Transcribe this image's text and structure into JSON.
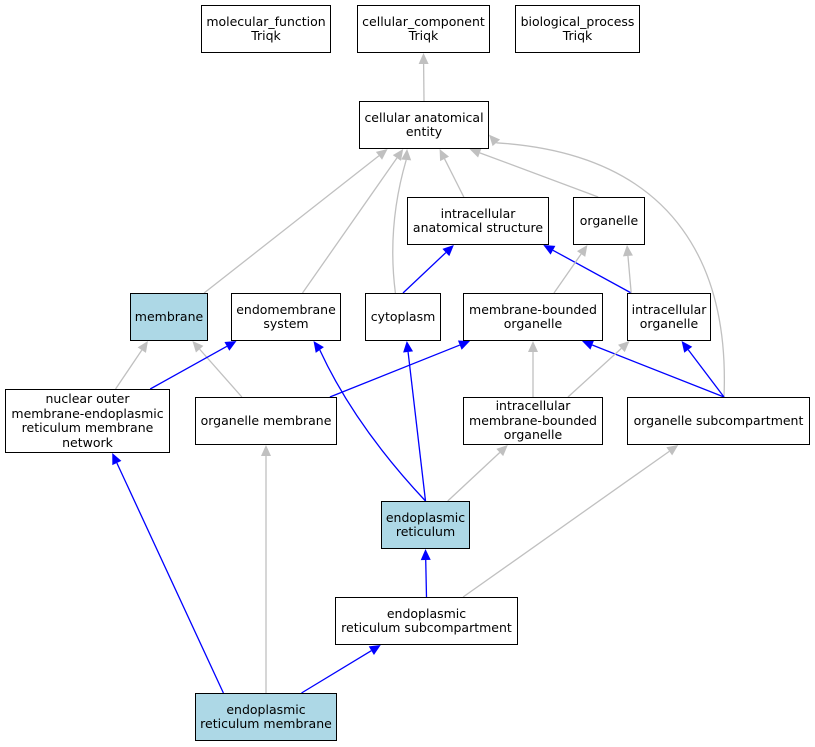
{
  "colors": {
    "highlight": "#add8e6",
    "part_of_edge": "#0000ff",
    "is_a_edge": "#c0c0c0",
    "border": "#000000"
  },
  "nodes": {
    "molecular_function": {
      "label": "molecular_function\nTriqk",
      "highlighted": false
    },
    "cellular_component": {
      "label": "cellular_component\nTriqk",
      "highlighted": false
    },
    "biological_process": {
      "label": "biological_process\nTriqk",
      "highlighted": false
    },
    "cellular_anatomical_entity": {
      "label": "cellular anatomical\nentity",
      "highlighted": false
    },
    "intracellular_anatomical_structure": {
      "label": "intracellular\nanatomical structure",
      "highlighted": false
    },
    "organelle": {
      "label": "organelle",
      "highlighted": false
    },
    "membrane": {
      "label": "membrane",
      "highlighted": true
    },
    "endomembrane_system": {
      "label": "endomembrane\nsystem",
      "highlighted": false
    },
    "cytoplasm": {
      "label": "cytoplasm",
      "highlighted": false
    },
    "membrane_bounded_organelle": {
      "label": "membrane-bounded\norganelle",
      "highlighted": false
    },
    "intracellular_organelle": {
      "label": "intracellular\norganelle",
      "highlighted": false
    },
    "nuclear_outer_membrane_er_network": {
      "label": "nuclear outer\nmembrane-endoplasmic\nreticulum membrane\nnetwork",
      "highlighted": false
    },
    "organelle_membrane": {
      "label": "organelle membrane",
      "highlighted": false
    },
    "intracellular_membrane_bounded_organelle": {
      "label": "intracellular\nmembrane-bounded\norganelle",
      "highlighted": false
    },
    "organelle_subcompartment": {
      "label": "organelle subcompartment",
      "highlighted": false
    },
    "endoplasmic_reticulum": {
      "label": "endoplasmic\nreticulum",
      "highlighted": true
    },
    "er_subcompartment": {
      "label": "endoplasmic\nreticulum subcompartment",
      "highlighted": false
    },
    "er_membrane": {
      "label": "endoplasmic\nreticulum membrane",
      "highlighted": true
    }
  },
  "edges": [
    {
      "from": "cellular_anatomical_entity",
      "to": "cellular_component",
      "relation": "is_a"
    },
    {
      "from": "membrane",
      "to": "cellular_anatomical_entity",
      "relation": "is_a"
    },
    {
      "from": "endomembrane_system",
      "to": "cellular_anatomical_entity",
      "relation": "is_a"
    },
    {
      "from": "cytoplasm",
      "to": "cellular_anatomical_entity",
      "relation": "is_a"
    },
    {
      "from": "intracellular_anatomical_structure",
      "to": "cellular_anatomical_entity",
      "relation": "is_a"
    },
    {
      "from": "organelle",
      "to": "cellular_anatomical_entity",
      "relation": "is_a"
    },
    {
      "from": "organelle_subcompartment",
      "to": "cellular_anatomical_entity",
      "relation": "is_a"
    },
    {
      "from": "cytoplasm",
      "to": "intracellular_anatomical_structure",
      "relation": "part_of"
    },
    {
      "from": "intracellular_organelle",
      "to": "intracellular_anatomical_structure",
      "relation": "part_of"
    },
    {
      "from": "membrane_bounded_organelle",
      "to": "organelle",
      "relation": "is_a"
    },
    {
      "from": "intracellular_organelle",
      "to": "organelle",
      "relation": "is_a"
    },
    {
      "from": "nuclear_outer_membrane_er_network",
      "to": "membrane",
      "relation": "is_a"
    },
    {
      "from": "organelle_membrane",
      "to": "membrane",
      "relation": "is_a"
    },
    {
      "from": "nuclear_outer_membrane_er_network",
      "to": "endomembrane_system",
      "relation": "part_of"
    },
    {
      "from": "endoplasmic_reticulum",
      "to": "endomembrane_system",
      "relation": "part_of"
    },
    {
      "from": "endoplasmic_reticulum",
      "to": "cytoplasm",
      "relation": "part_of"
    },
    {
      "from": "organelle_membrane",
      "to": "membrane_bounded_organelle",
      "relation": "part_of"
    },
    {
      "from": "intracellular_membrane_bounded_organelle",
      "to": "membrane_bounded_organelle",
      "relation": "is_a"
    },
    {
      "from": "organelle_subcompartment",
      "to": "membrane_bounded_organelle",
      "relation": "part_of"
    },
    {
      "from": "intracellular_membrane_bounded_organelle",
      "to": "intracellular_organelle",
      "relation": "is_a"
    },
    {
      "from": "organelle_subcompartment",
      "to": "intracellular_organelle",
      "relation": "part_of"
    },
    {
      "from": "er_membrane",
      "to": "nuclear_outer_membrane_er_network",
      "relation": "part_of"
    },
    {
      "from": "er_membrane",
      "to": "organelle_membrane",
      "relation": "is_a"
    },
    {
      "from": "endoplasmic_reticulum",
      "to": "intracellular_membrane_bounded_organelle",
      "relation": "is_a"
    },
    {
      "from": "er_subcompartment",
      "to": "organelle_subcompartment",
      "relation": "is_a"
    },
    {
      "from": "er_subcompartment",
      "to": "endoplasmic_reticulum",
      "relation": "part_of"
    },
    {
      "from": "er_membrane",
      "to": "er_subcompartment",
      "relation": "part_of"
    }
  ]
}
